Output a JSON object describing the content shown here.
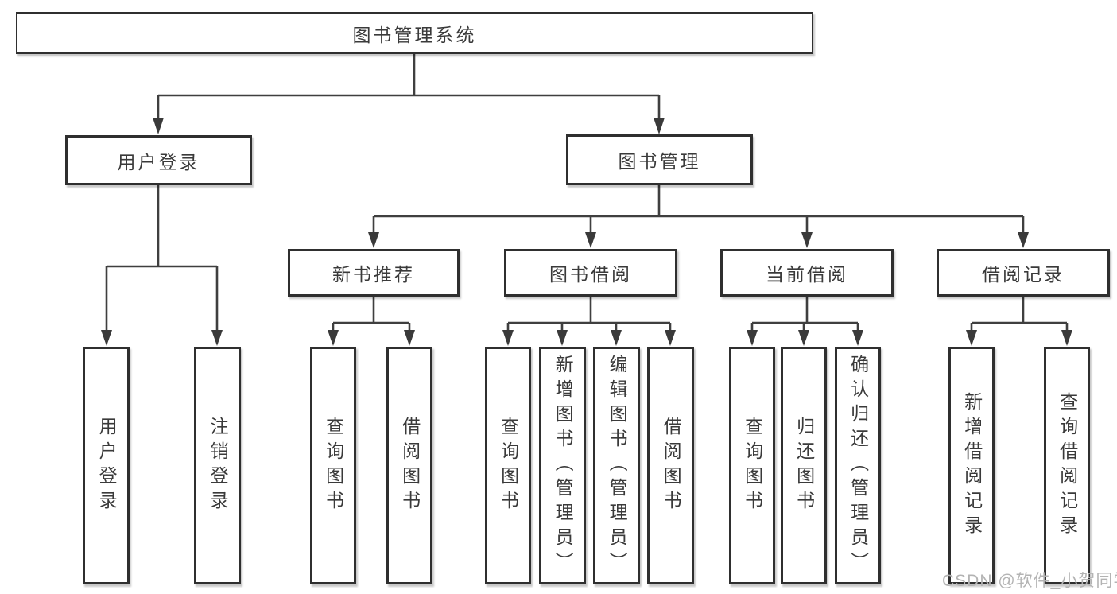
{
  "diagram": {
    "root": {
      "label": "图书管理系统"
    },
    "branches": [
      {
        "label": "用户登录",
        "children": [
          {
            "label": "用户登录"
          },
          {
            "label": "注销登录"
          }
        ]
      },
      {
        "label": "图书管理",
        "children": [
          {
            "label": "新书推荐",
            "children": [
              {
                "label": "查询图书"
              },
              {
                "label": "借阅图书"
              }
            ]
          },
          {
            "label": "图书借阅",
            "children": [
              {
                "label": "查询图书"
              },
              {
                "label": "新增图书（管理员）"
              },
              {
                "label": "编辑图书（管理员）"
              },
              {
                "label": "借阅图书"
              }
            ]
          },
          {
            "label": "当前借阅",
            "children": [
              {
                "label": "查询图书"
              },
              {
                "label": "归还图书"
              },
              {
                "label": "确认归还（管理员）"
              }
            ]
          },
          {
            "label": "借阅记录",
            "children": [
              {
                "label": "新增借阅记录"
              },
              {
                "label": "查询借阅记录"
              }
            ]
          }
        ]
      }
    ],
    "watermark": "CSDN @软件_小贺同学",
    "colors": {
      "line": "#3f3f3f",
      "box_border": "#2f2f2f",
      "text": "#3a3a3a",
      "watermark": "#b3b3b3",
      "background": "#ffffff"
    }
  }
}
